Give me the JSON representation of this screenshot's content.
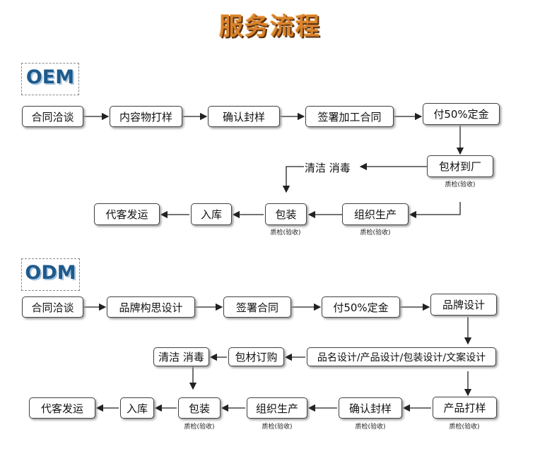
{
  "title": "服务流程",
  "oem": {
    "tag": "OEM",
    "row1": [
      "合同洽谈",
      "内容物打样",
      "确认封样",
      "签署加工合同",
      "付50%定金"
    ],
    "row2": {
      "material": "包材到厂",
      "clean": "清洁 消毒"
    },
    "row3": [
      "代客发运",
      "入库",
      "包装",
      "组织生产"
    ],
    "qc": "质检(验收)"
  },
  "odm": {
    "tag": "ODM",
    "row1": [
      "合同洽谈",
      "品牌构思设计",
      "签署合同",
      "付50%定金",
      "品牌设计"
    ],
    "row2": [
      "清洁 消毒",
      "包材订购",
      "品名设计/产品设计/包装设计/文案设计"
    ],
    "row3": [
      "代客发运",
      "入库",
      "包装",
      "组织生产",
      "确认封样",
      "产品打样"
    ],
    "qc": "质检(验收)"
  }
}
